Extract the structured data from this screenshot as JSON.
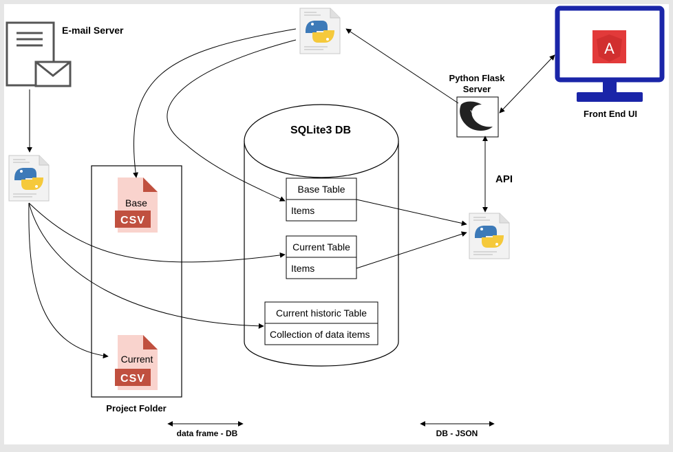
{
  "email_server": {
    "label": "E-mail Server"
  },
  "project_folder": {
    "label": "Project Folder"
  },
  "base_csv": {
    "title": "Base",
    "ext": "CSV"
  },
  "current_csv": {
    "title": "Current",
    "ext": "CSV"
  },
  "database": {
    "title": "SQLite3 DB",
    "tables": [
      {
        "name": "Base Table",
        "row": "Items"
      },
      {
        "name": "Current Table",
        "row": "Items"
      },
      {
        "name": "Current historic Table",
        "row": "Collection of data items"
      }
    ]
  },
  "flask": {
    "line1": "Python Flask",
    "line2": "Server"
  },
  "frontend": {
    "label": "Front End UI",
    "badge": "A"
  },
  "api": {
    "label": "API"
  },
  "legends": {
    "dataframe": "data frame - DB",
    "json": "DB - JSON"
  },
  "colors": {
    "monitor": "#1a25a8",
    "angular": "#e23a3a",
    "csv": "#c0503f",
    "python_blue": "#3d7ab8",
    "python_yellow": "#f5c93b"
  }
}
